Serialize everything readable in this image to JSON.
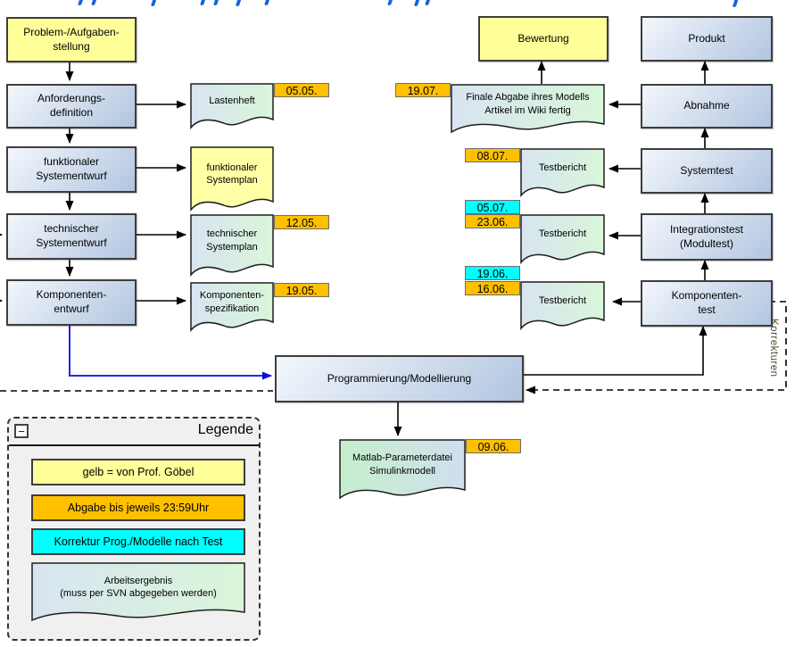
{
  "palette": {
    "yellow": "#ffff99",
    "orange": "#ffc000",
    "cyan": "#00ffff",
    "process_box_light": "#f3f7fc",
    "process_box_dark": "#b2c5e0",
    "doc_blue": "#d8e4f1",
    "doc_green": "#d9f6d9",
    "doc_yellow": "#ffffa6",
    "matlab_green": "#c6efcc",
    "matlab_blue": "#cfdfee",
    "blue_connector": "#0a0adf",
    "title_blue": "#1565d8"
  },
  "left_column": {
    "boxes": [
      {
        "label": "Problem-/Aufgaben-\nstellung"
      },
      {
        "label": "Anforderungs-\ndefinition"
      },
      {
        "label": "funktionaler\nSystementwurf"
      },
      {
        "label": "technischer\nSystementwurf"
      },
      {
        "label": "Komponenten-\nentwurf"
      }
    ]
  },
  "left_documents": [
    {
      "label": "Lastenheft",
      "date": "05.05."
    },
    {
      "label": "funktionaler\nSystemplan",
      "date": ""
    },
    {
      "label": "technischer\nSystemplan",
      "date": "12.05."
    },
    {
      "label": "Komponenten-\nspezifikation",
      "date": "19.05."
    }
  ],
  "right_column": {
    "bewertung": "Bewertung",
    "boxes": [
      {
        "label": "Produkt"
      },
      {
        "label": "Abnahme"
      },
      {
        "label": "Systemtest"
      },
      {
        "label": "Integrationstest\n(Modultest)"
      },
      {
        "label": "Komponenten-\ntest"
      }
    ]
  },
  "right_documents": [
    {
      "label": "Finale Abgabe ihres Modells\nArtikel im Wiki fertig",
      "date": "19.07."
    },
    {
      "label": "Testbericht",
      "date": "08.07."
    },
    {
      "label": "Testbericht",
      "date_correction": "05.07.",
      "date": "23.06."
    },
    {
      "label": "Testbericht",
      "date_correction": "19.06.",
      "date": "16.06."
    }
  ],
  "center": {
    "process": "Programmierung/Modellierung",
    "document": {
      "label": "Matlab-Parameterdatei\nSimulinkmodell",
      "date": "09.06."
    }
  },
  "feedback_label": "Korrekturen",
  "legend": {
    "collapse_glyph": "−",
    "title": "Legende",
    "items": [
      {
        "label": "gelb = von Prof. Göbel"
      },
      {
        "label": "Abgabe bis jeweils 23:59Uhr"
      },
      {
        "label": "Korrektur Prog./Modelle nach Test"
      },
      {
        "label": "Arbeitsergebnis\n(muss per SVN abgegeben werden)"
      }
    ]
  }
}
